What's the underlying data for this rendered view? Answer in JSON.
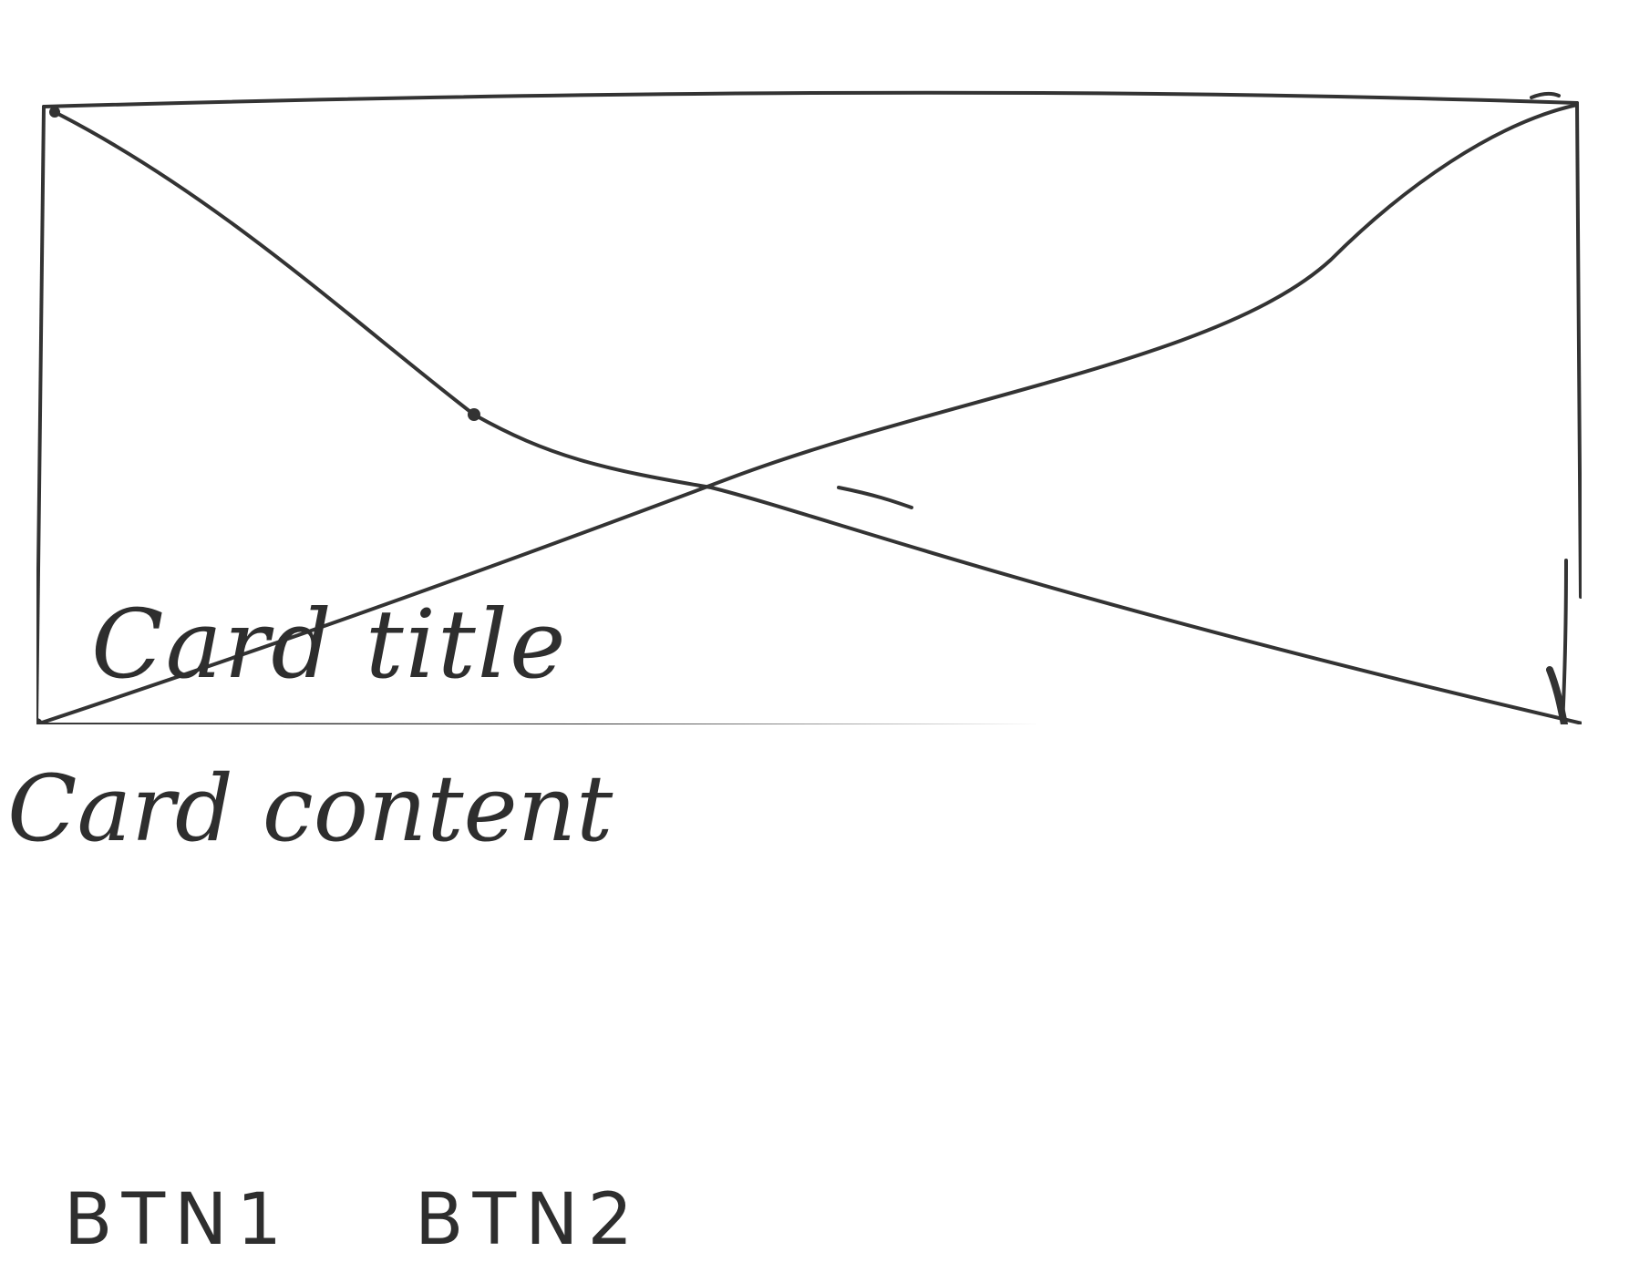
{
  "card": {
    "title": "Card title",
    "content": "Card content"
  },
  "actions": {
    "button_1_label": "BTN1",
    "button_2_label": "BTN2"
  },
  "icons": {
    "image_placeholder": "image-placeholder-icon"
  },
  "colors": {
    "ink": "#2e2e2e",
    "paper": "#ffffff"
  }
}
